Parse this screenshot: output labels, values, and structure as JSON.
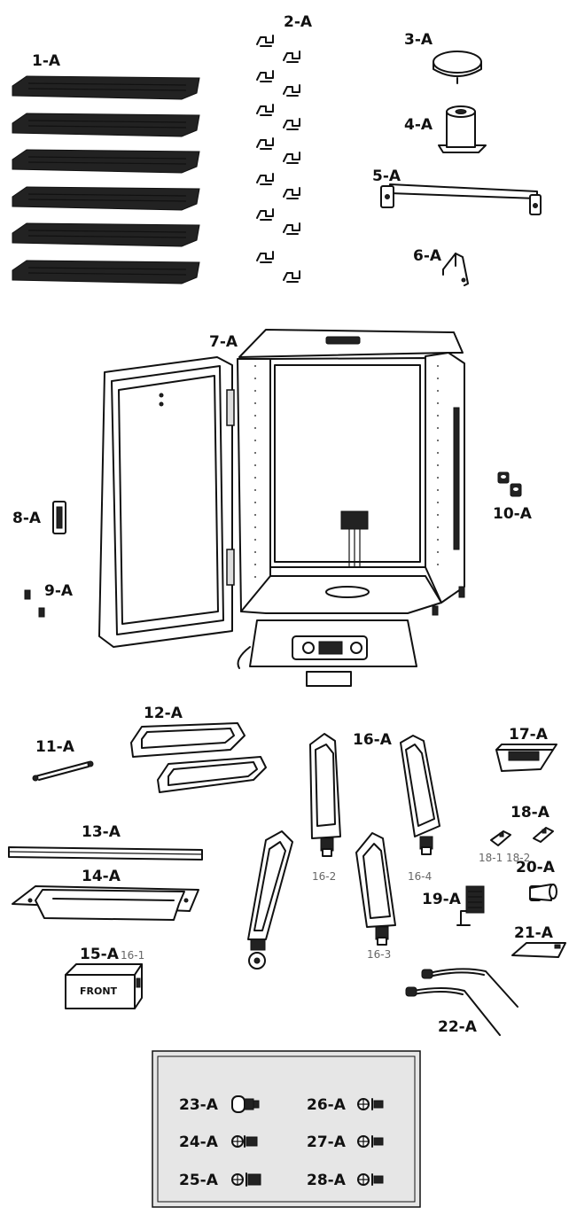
{
  "parts": {
    "p1": "1-A",
    "p2": "2-A",
    "p3": "3-A",
    "p4": "4-A",
    "p5": "5-A",
    "p6": "6-A",
    "p7": "7-A",
    "p8": "8-A",
    "p9": "9-A",
    "p10": "10-A",
    "p11": "11-A",
    "p12": "12-A",
    "p13": "13-A",
    "p14": "14-A",
    "p15": "15-A",
    "p16": "16-A",
    "p17": "17-A",
    "p18": "18-A",
    "p19": "19-A",
    "p20": "20-A",
    "p21": "21-A",
    "p22": "22-A"
  },
  "subparts": {
    "s16_1": "16-1",
    "s16_2": "16-2",
    "s16_3": "16-3",
    "s16_4": "16-4",
    "s18_1": "18-1",
    "s18_2": "18-2"
  },
  "box_text": {
    "front": "FRONT"
  },
  "hardware": {
    "h23": "23-A",
    "h24": "24-A",
    "h25": "25-A",
    "h26": "26-A",
    "h27": "27-A",
    "h28": "28-A"
  }
}
